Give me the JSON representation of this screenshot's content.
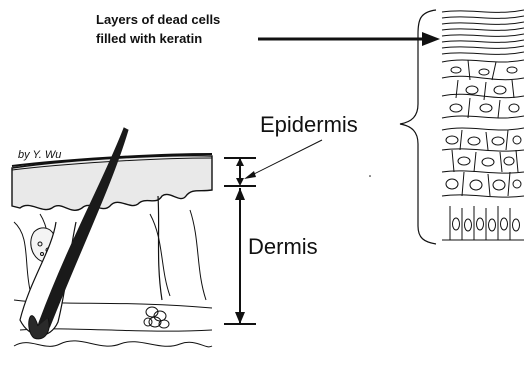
{
  "labels": {
    "keratin_line1": "Layers of dead cells",
    "keratin_line2": "filled with keratin",
    "epidermis": "Epidermis",
    "dermis": "Dermis",
    "credit": "by Y. Wu"
  },
  "colors": {
    "ink": "#111111",
    "epidermis_fill": "#e9e9e9",
    "hair": "#1a1a1a",
    "paper": "#ffffff"
  }
}
